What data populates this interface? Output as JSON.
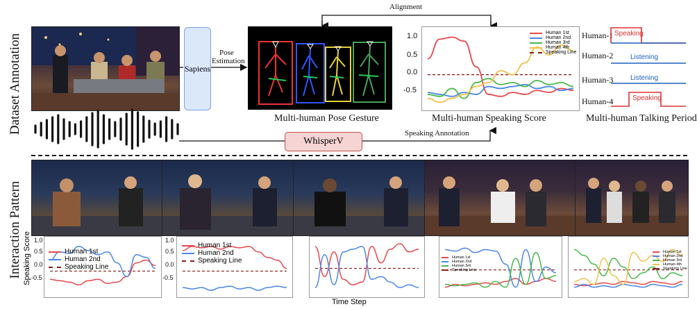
{
  "labels": {
    "dataset_annotation": "Dataset Annotation",
    "interaction_pattern": "Interaction Pattern",
    "speaking_score_axis": "Speaking Score",
    "time_step": "Time Step"
  },
  "pipeline": {
    "sapiens": "Sapiens",
    "pose_estimation_line1": "Pose",
    "pose_estimation_line2": "Estimation",
    "alignment": "Alignment",
    "whisperv": "WhisperV",
    "speaking_annotation": "Speaking Annotation"
  },
  "captions": {
    "pose": "Multi-human Pose Gesture",
    "score": "Multi-human Speaking Score",
    "talking": "Multi-human Talking Period"
  },
  "talking_period": {
    "rows": [
      {
        "label": "Human-1",
        "state": "Speaking",
        "color": "#e03131"
      },
      {
        "label": "Human-2",
        "state": "Listening",
        "color": "#1f5fbf"
      },
      {
        "label": "Human-3",
        "state": "Listening",
        "color": "#1f5fbf"
      },
      {
        "label": "Human-4",
        "state": "Speaking",
        "color": "#e03131"
      }
    ]
  },
  "colors": {
    "human1": "#e8474c",
    "human2": "#4a86e8",
    "human3": "#47b84a",
    "human4": "#f0c14b",
    "speaking_line": "#8b1a1a"
  },
  "chart_data": [
    {
      "type": "line",
      "yticks": [
        "1.0",
        "0.5",
        "0.0",
        "-0.5"
      ],
      "legend": [
        "Human 1st",
        "Human 2nd",
        "Human 3rd",
        "Human 4th",
        "Speaking Line"
      ],
      "series": [
        {
          "name": "Human 1st",
          "values": [
            0.4,
            0.9,
            0.95,
            0.85,
            0.2,
            -0.5,
            -0.55,
            -0.45,
            -0.5,
            -0.4,
            -0.45,
            -0.35,
            -0.4
          ]
        },
        {
          "name": "Human 2nd",
          "values": [
            -0.45,
            -0.5,
            -0.55,
            -0.45,
            -0.5,
            -0.3,
            -0.35,
            -0.3,
            -0.25,
            -0.35,
            -0.3,
            -0.4,
            -0.35
          ]
        },
        {
          "name": "Human 3rd",
          "values": [
            -0.5,
            -0.55,
            -0.35,
            -0.6,
            -0.2,
            -0.1,
            -0.25,
            -0.2,
            -0.3,
            -0.15,
            -0.25,
            -0.2,
            -0.3
          ]
        },
        {
          "name": "Human 4th",
          "values": [
            -0.6,
            -0.7,
            -0.6,
            -0.5,
            -0.3,
            -0.2,
            0.1,
            0.0,
            0.3,
            0.7,
            0.5,
            0.75,
            0.6
          ]
        }
      ],
      "speaking_line": 0.0,
      "ylim": [
        -0.8,
        1.1
      ]
    },
    {
      "type": "line",
      "yticks": [
        "1.0",
        "0.5",
        "0.0",
        "-0.5"
      ],
      "legend": [
        "Human 1st",
        "Human 2nd",
        "Speaking Line"
      ],
      "series": [
        {
          "name": "Human 1st",
          "values": [
            -0.3,
            -0.35,
            -0.4,
            -0.5,
            -0.35,
            -0.3,
            -0.45,
            -0.4,
            -0.2,
            0.3,
            0.4,
            0.2
          ]
        },
        {
          "name": "Human 2nd",
          "values": [
            0.4,
            0.7,
            0.65,
            0.9,
            0.75,
            0.6,
            0.7,
            0.3,
            -0.2,
            0.6,
            0.5,
            0.1
          ]
        }
      ],
      "speaking_line": 0.0,
      "ylim": [
        -0.8,
        1.1
      ]
    },
    {
      "type": "line",
      "yticks": [
        "1.0",
        "0.5",
        "0.0",
        "-0.5"
      ],
      "legend": [
        "Human 1st",
        "Human 2nd",
        "Speaking Line"
      ],
      "series": [
        {
          "name": "Human 1st",
          "values": [
            0.75,
            0.9,
            0.85,
            0.9,
            0.8,
            0.9,
            0.85,
            0.9,
            0.7,
            0.5,
            0.4,
            0.1
          ]
        },
        {
          "name": "Human 2nd",
          "values": [
            -0.6,
            -0.65,
            -0.6,
            -0.7,
            -0.6,
            -0.55,
            -0.65,
            -0.6,
            -0.7,
            -0.6,
            -0.55,
            -0.6
          ]
        }
      ],
      "speaking_line": 0.0,
      "ylim": [
        -0.8,
        1.1
      ]
    },
    {
      "type": "line",
      "yticks": [],
      "legend": [],
      "series": [
        {
          "name": "Human 1st",
          "values": [
            0.8,
            -0.3,
            0.6,
            -0.4,
            -0.6,
            -0.5,
            0.8,
            0.2,
            0.7,
            0.9,
            0.6,
            0.7
          ]
        },
        {
          "name": "Human 2nd",
          "values": [
            -0.7,
            0.5,
            -0.6,
            0.6,
            0.7,
            0.8,
            -0.4,
            -0.3,
            -0.5,
            -0.7,
            -0.6,
            -0.7
          ]
        }
      ],
      "speaking_line": 0.0,
      "ylim": [
        -0.9,
        1.0
      ]
    },
    {
      "type": "line",
      "yticks": [],
      "legend": [
        "Human 1st",
        "Human 2nd",
        "Human 3rd",
        "Speaking Line"
      ],
      "series": [
        {
          "name": "Human 1st",
          "values": [
            -0.6,
            -0.5,
            -0.55,
            -0.5,
            -0.45,
            -0.5,
            -0.4,
            -0.3,
            -0.5,
            -0.4,
            -0.3,
            -0.4
          ]
        },
        {
          "name": "Human 2nd",
          "values": [
            0.7,
            0.65,
            0.75,
            0.6,
            0.7,
            0.65,
            0.2,
            -0.6,
            0.7,
            -0.4,
            0.1,
            -0.1
          ]
        },
        {
          "name": "Human 3rd",
          "values": [
            -0.5,
            -0.55,
            -0.5,
            -0.45,
            -0.6,
            -0.4,
            -0.6,
            0.4,
            -0.5,
            0.6,
            -0.3,
            -0.2
          ]
        }
      ],
      "speaking_line": 0.0,
      "ylim": [
        -0.8,
        1.0
      ]
    },
    {
      "type": "line",
      "yticks": [],
      "legend": [
        "Human 1st",
        "Human 2nd",
        "Human 3rd",
        "Human 4th",
        "Speaking Line"
      ],
      "series": [
        {
          "name": "Human 1st",
          "values": [
            -0.5,
            -0.55,
            -0.5,
            -0.45,
            -0.5,
            -0.4,
            -0.45,
            -0.5,
            -0.4,
            -0.45,
            -0.5,
            -0.4
          ]
        },
        {
          "name": "Human 2nd",
          "values": [
            -0.6,
            -0.5,
            -0.6,
            -0.55,
            -0.6,
            -0.5,
            -0.55,
            -0.6,
            -0.5,
            -0.55,
            -0.6,
            -0.5
          ]
        },
        {
          "name": "Human 3rd",
          "values": [
            0.7,
            0.5,
            0.2,
            -0.2,
            0.4,
            0.1,
            -0.3,
            -0.1,
            0.1,
            -0.3,
            -0.1,
            -0.2
          ]
        },
        {
          "name": "Human 4th",
          "values": [
            -0.4,
            -0.3,
            -0.5,
            0.4,
            -0.2,
            -0.5,
            0.6,
            0.3,
            0.5,
            0.3,
            0.7,
            0.5
          ]
        }
      ],
      "speaking_line": 0.0,
      "ylim": [
        -0.8,
        1.0
      ]
    }
  ]
}
